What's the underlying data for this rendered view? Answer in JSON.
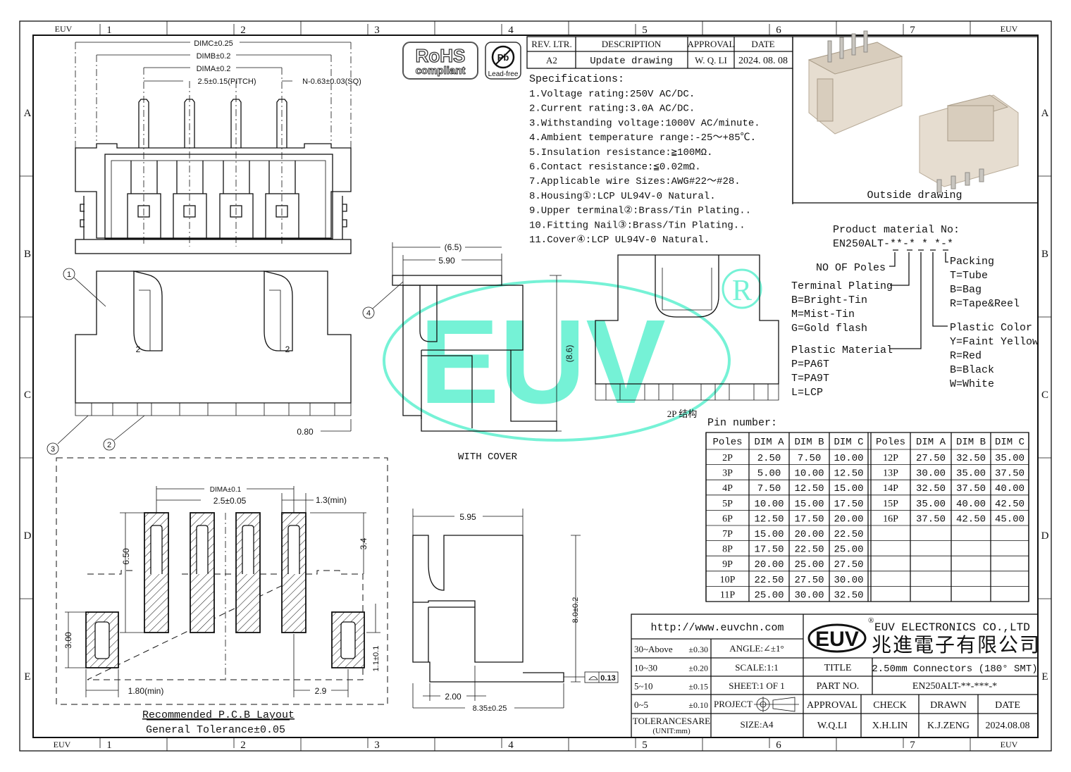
{
  "border": {
    "corner_label_top_left": "EUV",
    "corner_label_top_right": "EUV",
    "corner_label_bottom_left": "EUV",
    "corner_label_bottom_right": "EUV",
    "columns": [
      "1",
      "2",
      "3",
      "4",
      "5",
      "6",
      "7"
    ],
    "rows": [
      "A",
      "B",
      "C",
      "D",
      "E"
    ]
  },
  "logos": {
    "rohs": "RoHS",
    "rohs_sub": "compliant",
    "pb": "Pb",
    "pb_sub": "Lead-free"
  },
  "revision": {
    "headers": [
      "REV. LTR.",
      "DESCRIPTION",
      "APPROVAL",
      "DATE"
    ],
    "row": [
      "A2",
      "Update drawing",
      "W. Q. LI",
      "2024. 08. 08"
    ]
  },
  "specs": {
    "title": "Specifications:",
    "items": [
      "1.Voltage rating:250V AC/DC.",
      "2.Current rating:3.0A AC/DC.",
      "3.Withstanding voltage:1000V AC/minute.",
      "4.Ambient temperature range:-25～+85℃.",
      "5.Insulation resistance:≧100MΩ.",
      "6.Contact resistance:≦0.02mΩ.",
      "7.Applicable wire Sizes:AWG#22～#28.",
      "8.Housing①:LCP UL94V-0 Natural.",
      "9.Upper terminal②:Brass/Tin Plating..",
      "10.Fitting Nail③:Brass/Tin Plating..",
      "11.Cover④:LCP UL94V-0 Natural."
    ]
  },
  "photo": {
    "caption": "Outside drawing"
  },
  "part_code": {
    "title": "Product material No:",
    "code": "EN250ALT-**-* * *-*",
    "poles": "NO OF Poles",
    "plating": {
      "label": "Terminal Plating",
      "options": [
        "B=Bright-Tin",
        "M=Mist-Tin",
        "G=Gold flash"
      ]
    },
    "material": {
      "label": "Plastic Material",
      "options": [
        "P=PA6T",
        "T=PA9T",
        "L=LCP"
      ]
    },
    "packing": {
      "label": "Packing",
      "options": [
        "T=Tube",
        "B=Bag",
        "R=Tape&Reel"
      ]
    },
    "color": {
      "label": "Plastic Color",
      "options": [
        "Y=Faint Yellow",
        "R=Red",
        "B=Black",
        "W=White"
      ]
    }
  },
  "pin_table": {
    "title": "Pin number:",
    "headers": [
      "Poles",
      "DIM A",
      "DIM B",
      "DIM C"
    ],
    "left_rows": [
      [
        "2P",
        "2.50",
        "7.50",
        "10.00"
      ],
      [
        "3P",
        "5.00",
        "10.00",
        "12.50"
      ],
      [
        "4P",
        "7.50",
        "12.50",
        "15.00"
      ],
      [
        "5P",
        "10.00",
        "15.00",
        "17.50"
      ],
      [
        "6P",
        "12.50",
        "17.50",
        "20.00"
      ],
      [
        "7P",
        "15.00",
        "20.00",
        "22.50"
      ],
      [
        "8P",
        "17.50",
        "22.50",
        "25.00"
      ],
      [
        "9P",
        "20.00",
        "25.00",
        "27.50"
      ],
      [
        "10P",
        "22.50",
        "27.50",
        "30.00"
      ],
      [
        "11P",
        "25.00",
        "30.00",
        "32.50"
      ]
    ],
    "right_rows": [
      [
        "12P",
        "27.50",
        "32.50",
        "35.00"
      ],
      [
        "13P",
        "30.00",
        "35.00",
        "37.50"
      ],
      [
        "14P",
        "32.50",
        "37.50",
        "40.00"
      ],
      [
        "15P",
        "35.00",
        "40.00",
        "42.50"
      ],
      [
        "16P",
        "37.50",
        "42.50",
        "45.00"
      ]
    ]
  },
  "title_block": {
    "url": "http://www.euvchn.com",
    "company_logo": "EUV",
    "company_en": "EUV ELECTRONICS CO.,LTD",
    "company_cn": "兆進電子有限公司",
    "tolerances": [
      {
        "range": "30~Above",
        "tol": "±0.30"
      },
      {
        "range": "10~30",
        "tol": "±0.20"
      },
      {
        "range": "5~10",
        "tol": "±0.15"
      },
      {
        "range": "0~5",
        "tol": "±0.10"
      }
    ],
    "tolerances_label": "TOLERANCESARE",
    "unit": "(UNIT:mm)",
    "angle": "ANGLE:∠±1°",
    "scale": "SCALE:1:1",
    "sheet": "SHEET:1 OF 1",
    "project": "PROJECT",
    "size": "SIZE:A4",
    "title_label": "TITLE",
    "title_value": "2.50mm Connectors (180° SMT)",
    "part_label": "PART NO.",
    "part_value": "EN250ALT-**-***-*",
    "sign_headers": [
      "APPROVAL",
      "CHECK",
      "DRAWN",
      "DATE"
    ],
    "sign_values": [
      "W.Q.LI",
      "X.H.LIN",
      "K.J.ZENG",
      "2024.08.08"
    ]
  },
  "drawing": {
    "dim_c": "DIMC±0.25",
    "dim_b": "DIMB±0.2",
    "dim_a": "DIMA±0.2",
    "pitch": "2.5±0.15(PITCH)",
    "pin_size": "N-0.63±0.03(SQ)",
    "terminal_label": "2",
    "foot_dim": "0.80",
    "balloons": [
      "1",
      "2",
      "3",
      "4"
    ],
    "cover_width": "(6.5)",
    "body_width": "5.90",
    "cover_height": "(8.6)",
    "with_cover": "WITH COVER",
    "view_2p": "2P 结构",
    "side_width": "5.95",
    "side_height": "8.0±0.2",
    "side_foot": "2.00",
    "side_total": "8.35±0.25",
    "flatness": "0.13"
  },
  "pcb": {
    "dim_a": "DIMA±0.1",
    "pitch": "2.5±0.05",
    "pad_width": "1.3(min)",
    "pad_length": "6.50",
    "pad_offset": "3.4",
    "nail_length": "3.00",
    "nail_offset": "1.1±0.1",
    "nail_width": "1.80(min)",
    "nail_span": "2.9",
    "title": "Recommended P.C.B Layout",
    "tolerance": "General Tolerance±0.05"
  },
  "watermark": {
    "text": "EUV",
    "mark": "R",
    "color": "#5ef0cf"
  }
}
